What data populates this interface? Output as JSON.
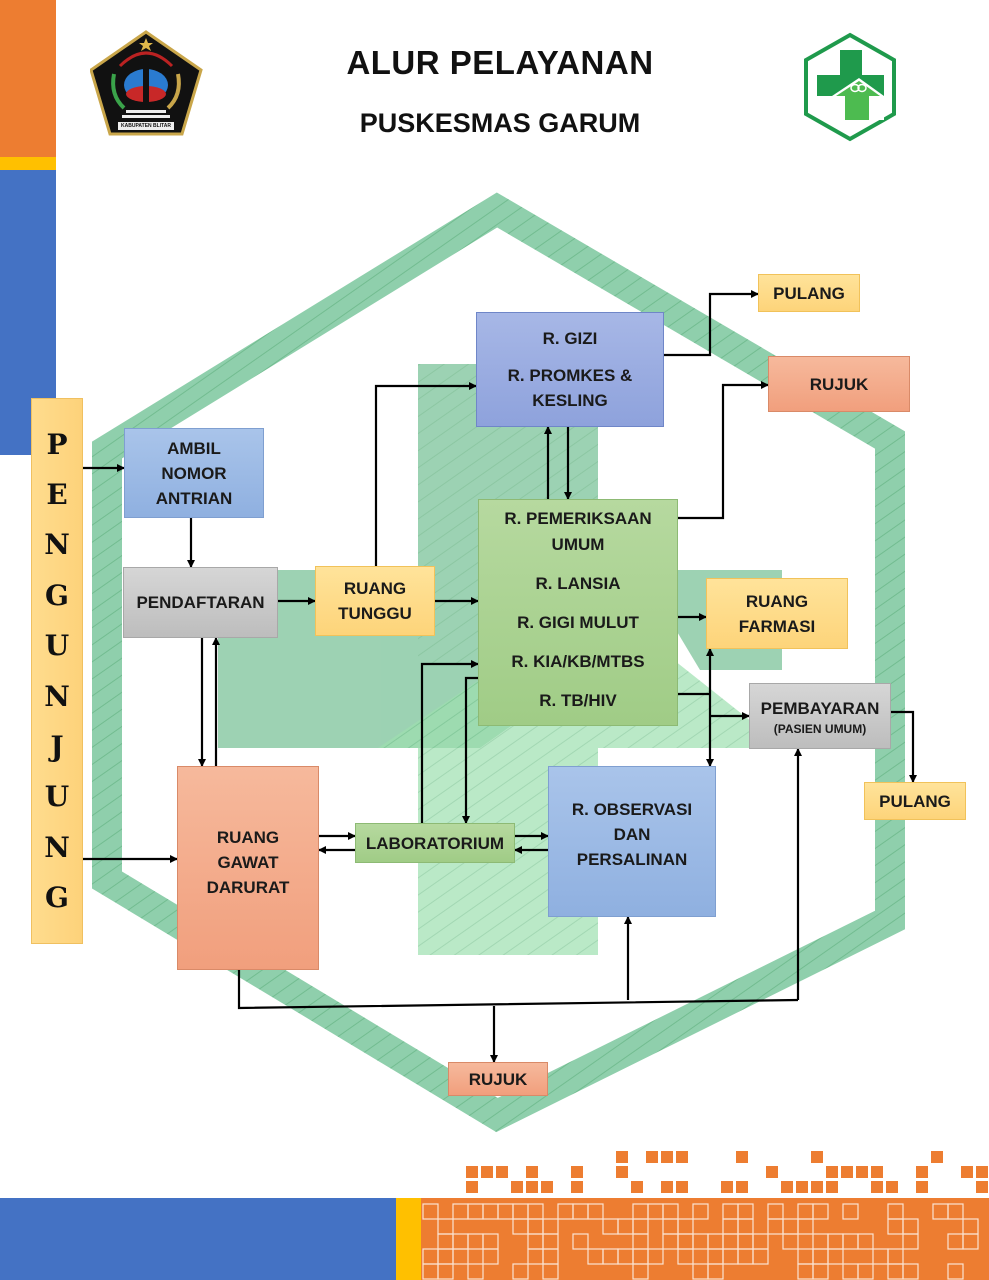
{
  "header": {
    "title": "ALUR PELAYANAN",
    "subtitle": "PUSKESMAS GARUM",
    "left_logo": {
      "icon": "kabupaten-blitar-emblem-icon",
      "caption": "KABUPATEN BLITAR"
    },
    "right_logo": {
      "icon": "puskesmas-logo-icon"
    }
  },
  "colors": {
    "orange": "#ED7D31",
    "yellow": "#FFC000",
    "blue": "#4472C4",
    "hex_green": "#7ec8a0",
    "box_blue": "#9dbae6",
    "box_purple": "#94a6de",
    "box_grey": "#c8c8c8",
    "box_yellow": "#fed985",
    "box_salmon": "#f4ab8b",
    "box_green": "#a9d291"
  },
  "visitor": {
    "letters": [
      "P",
      "E",
      "N",
      "G",
      "U",
      "N",
      "J",
      "U",
      "N",
      "G"
    ]
  },
  "nodes": {
    "ambil_nomor": [
      "AMBIL",
      "NOMOR",
      "ANTRIAN"
    ],
    "pendaftaran": "PENDAFTARAN",
    "ruang_tunggu": [
      "RUANG",
      "TUNGGU"
    ],
    "gizi": {
      "line1": "R. GIZI",
      "line2": "R. PROMKES &",
      "line3": "KESLING"
    },
    "pemeriksaan": [
      "R. PEMERIKSAAN",
      "UMUM",
      "R. LANSIA",
      "R. GIGI MULUT",
      "R. KIA/KB/MTBS",
      "R. TB/HIV"
    ],
    "pulang_top": "PULANG",
    "rujuk_top": "RUJUK",
    "farmasi": [
      "RUANG",
      "FARMASI"
    ],
    "pembayaran": {
      "title": "PEMBAYARAN",
      "note": "(PASIEN UMUM)"
    },
    "pulang_right": "PULANG",
    "ugd": [
      "RUANG",
      "GAWAT",
      "DARURAT"
    ],
    "laboratorium": "LABORATORIUM",
    "observasi": [
      "R. OBSERVASI",
      "DAN",
      "PERSALINAN"
    ],
    "rujuk_bottom": "RUJUK"
  }
}
